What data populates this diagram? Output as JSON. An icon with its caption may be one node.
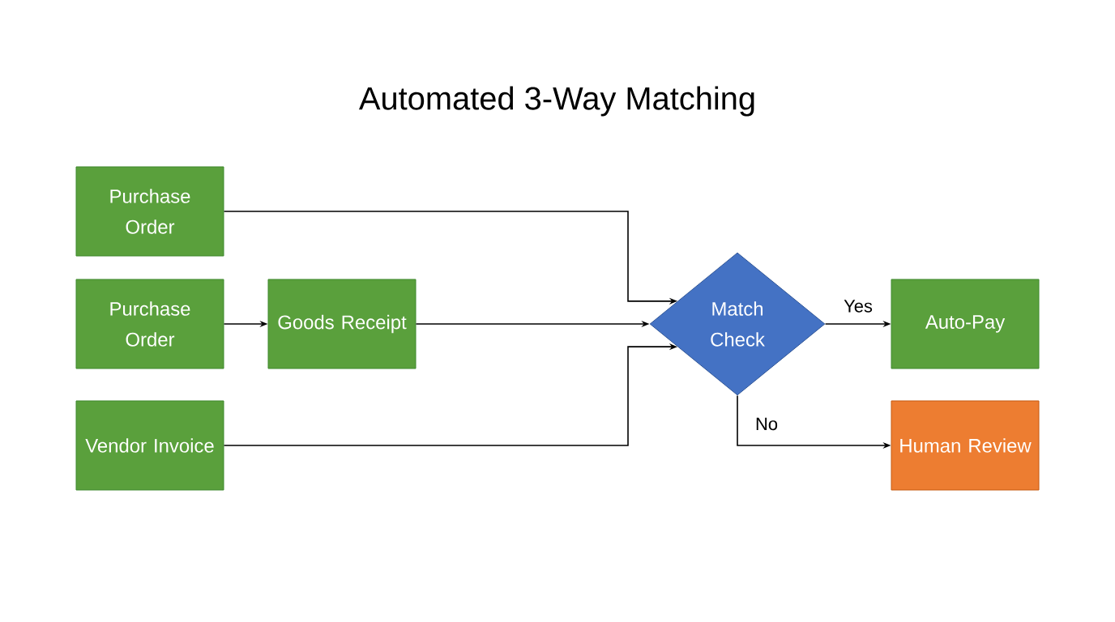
{
  "diagram": {
    "title": "Automated 3-Way Matching",
    "nodes": [
      {
        "text": [
          "Purchase Order"
        ]
      },
      {
        "text": [
          "Purchase Order"
        ]
      },
      {
        "text": [
          "Goods Receipt"
        ]
      },
      {
        "text": [
          "Vendor Invoice"
        ]
      },
      {
        "text": [
          "Match Check"
        ]
      },
      {
        "text": [
          "Auto-Pay"
        ]
      },
      {
        "text": [
          "Human Review"
        ]
      }
    ],
    "edges": [
      {
        "from": 0,
        "to": 4,
        "arrow": "to"
      },
      {
        "from": 1,
        "to": 2,
        "arrow": "to"
      },
      {
        "from": 2,
        "to": 4,
        "arrow": "to"
      },
      {
        "from": 3,
        "to": 4,
        "arrow": "to"
      },
      {
        "from": 4,
        "to": 5,
        "arrow": "to",
        "label": "Yes"
      },
      {
        "from": 4,
        "to": 6,
        "arrow": "to",
        "label": "No"
      }
    ]
  }
}
